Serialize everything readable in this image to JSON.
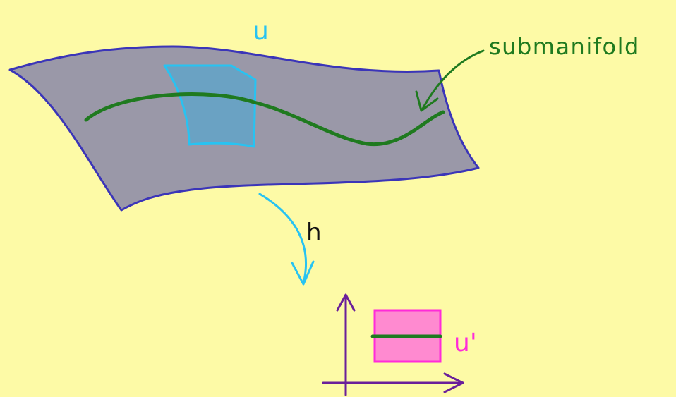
{
  "labels": {
    "u": "u",
    "submanifold": "submanifold",
    "h": "h",
    "u_prime": "u'"
  },
  "colors": {
    "background": "#fdfaa6",
    "manifold_fill": "#9a98a8",
    "manifold_outline": "#3b35b8",
    "chart_patch": "#27c3f2",
    "submanifold": "#1f7a1f",
    "map_arrow": "#27c3f2",
    "axes": "#6a1f9a",
    "image_rect_fill": "#ff8ad0",
    "image_rect_outline": "#ff2bd9",
    "u_label": "#27c3f2",
    "u_prime_label": "#ff2bd9",
    "h_label": "#111111",
    "submanifold_label": "#1f7a1f"
  }
}
